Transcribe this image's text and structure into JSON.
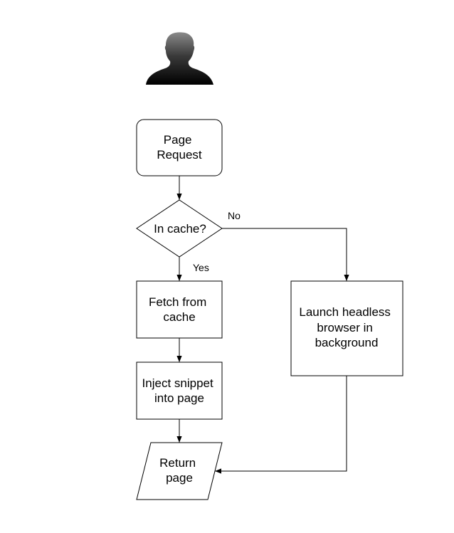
{
  "icons": {
    "user": "user-silhouette-icon"
  },
  "nodes": {
    "page_request": [
      "Page",
      "Request"
    ],
    "in_cache": [
      "In cache?"
    ],
    "fetch_from_cache": [
      "Fetch from",
      "cache"
    ],
    "inject_snippet": [
      "Inject snippet",
      "into page"
    ],
    "launch_browser": [
      "Launch headless",
      "browser in",
      "background"
    ],
    "return_page": [
      "Return",
      "page"
    ]
  },
  "edges": {
    "no_label": "No",
    "yes_label": "Yes"
  },
  "colors": {
    "stroke": "#000000",
    "fill": "#ffffff",
    "silhouette_dark": "#000000",
    "silhouette_light": "#7a7a7a"
  }
}
